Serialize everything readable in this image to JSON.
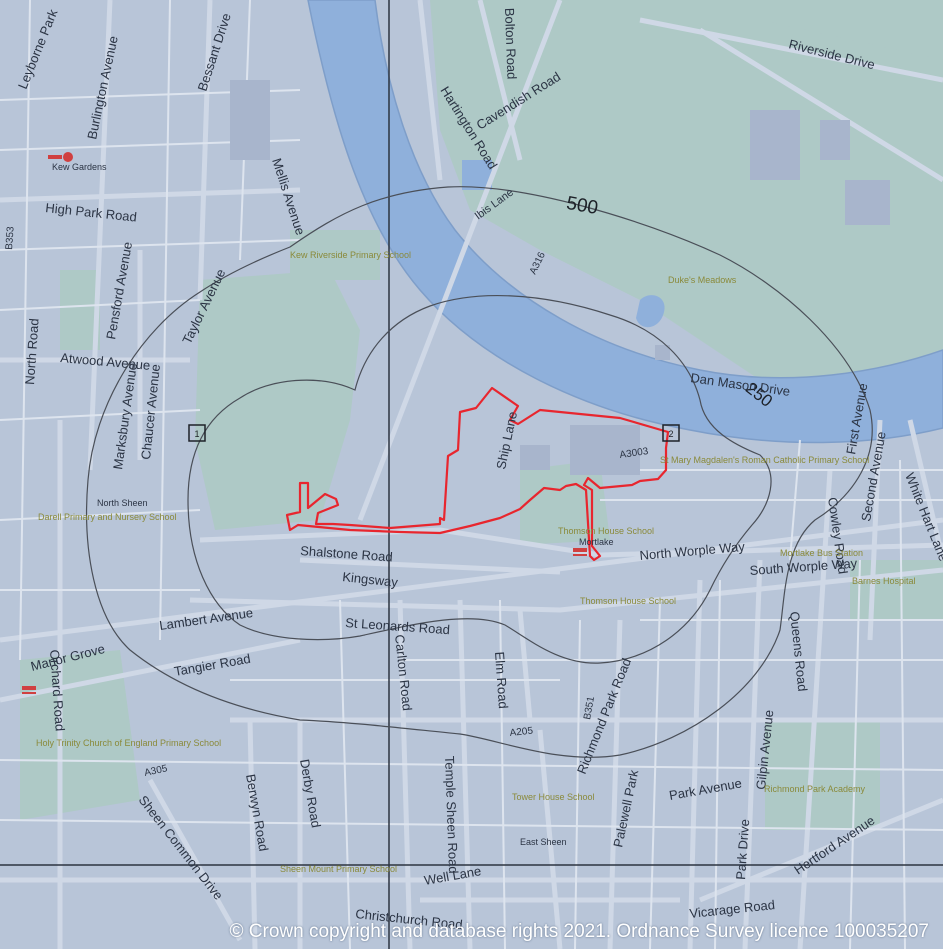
{
  "map": {
    "contour_labels": [
      "500",
      "250"
    ],
    "marker_labels": [
      "1",
      "2"
    ],
    "copyright": "© Crown copyright and database rights 2021. Ordnance Survey licence 100035207",
    "road_labels": {
      "leyborne_park": "Leyborne Park",
      "burlington_avenue": "Burlington Avenue",
      "bessant_drive": "Bessant Drive",
      "mellis_avenue": "Mellis Avenue",
      "bolton_road": "Bolton Road",
      "hartington_road": "Hartington Road",
      "cavendish_road": "Cavendish Road",
      "riverside_drive": "Riverside Drive",
      "high_park_road": "High Park Road",
      "ibis_lane": "Ibis Lane",
      "a316": "A316",
      "pensford_avenue": "Pensford Avenue",
      "taylor_avenue": "Taylor Avenue",
      "north_road": "North Road",
      "atwood_avenue": "Atwood Avenue",
      "marksbury_avenue": "Marksbury Avenue",
      "chaucer_avenue": "Chaucer Avenue",
      "dan_mason_drive": "Dan Mason Drive",
      "ship_lane": "Ship Lane",
      "a3003": "A3003",
      "first_avenue": "First Avenue",
      "white_hart_lane": "White Hart Lane",
      "second_avenue": "Second Avenue",
      "cowley_road": "Cowley Road",
      "shalstone_road": "Shalstone Road",
      "kingsway": "Kingsway",
      "north_worple_way": "North Worple Way",
      "south_worple_way": "South Worple Way",
      "orchard_road": "Orchard Road",
      "lambert_avenue": "Lambert Avenue",
      "st_leonards_road": "St Leonards Road",
      "manor_grove": "Manor Grove",
      "tangier_road": "Tangier Road",
      "carlton_road": "Carlton Road",
      "elm_road": "Elm Road",
      "a205": "A205",
      "b351": "B351",
      "queens_road": "Queens Road",
      "gilpin_avenue": "Gilpin Avenue",
      "derby_road": "Derby Road",
      "berwyn_road": "Berwyn Road",
      "a305": "A305",
      "temple_sheen_road": "Temple Sheen Road",
      "richmond_park_road": "Richmond Park Road",
      "palewell_park": "Palewell Park",
      "park_avenue": "Park Avenue",
      "park_drive": "Park Drive",
      "hertford_avenue": "Hertford Avenue",
      "sheen_common_drive": "Sheen Common Drive",
      "well_lane": "Well Lane",
      "christchurch_road": "Christchurch Road",
      "vicarage_road": "Vicarage Road",
      "b353": "B353"
    },
    "place_labels": {
      "kew_gardens": "Kew Gardens",
      "kew_riverside_school": "Kew Riverside Primary School",
      "dukes_meadows": "Duke's Meadows",
      "north_sheen": "North Sheen",
      "darell_school": "Darell Primary and Nursery School",
      "st_mary_magdalens": "St Mary Magdalen's Roman Catholic Primary School",
      "thomson_house_1": "Thomson House School",
      "mortlake": "Mortlake",
      "mortlake_bus_station": "Mortlake Bus Station",
      "barnes_hospital": "Barnes Hospital",
      "thomson_house_2": "Thomson House School",
      "holy_trinity": "Holy Trinity Church of England Primary School",
      "tower_house": "Tower House School",
      "richmond_park_academy": "Richmond Park Academy",
      "east_sheen": "East Sheen",
      "sheen_mount": "Sheen Mount Primary School"
    }
  }
}
